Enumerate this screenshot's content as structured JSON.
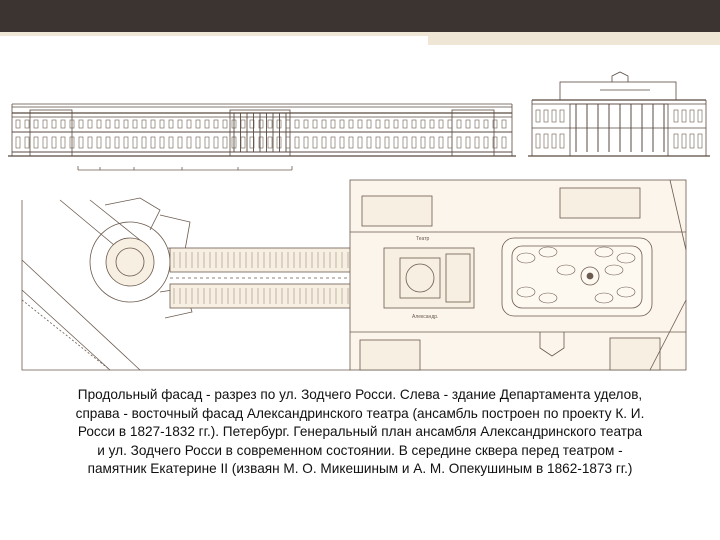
{
  "slide": {
    "colors": {
      "top_bar": "#3b3431",
      "accent": "#efe6d6",
      "drawing_line": "#6b5a4e",
      "plan_fill": "#f7efe1"
    },
    "plan_labels": {
      "theatre_top": "Театр",
      "theatre_bottom": "Александр."
    },
    "caption_lines": [
      "Продольный фасад - разрез по ул. Зодчего Росси. Слева - здание Департамента уделов,",
      "справа - восточный фасад Александринского театра (ансамбль построен по проекту К. И.",
      "Росси в 1827-1832 гг.). Петербург. Генеральный план ансамбля Александринского театра",
      "и ул. Зодчего Росси в современном состоянии. В середине сквера перед театром -",
      "памятник Екатерине II (изваян М. О. Микешиным и А. М. Опекушиным в 1862-1873 гг.)"
    ]
  }
}
